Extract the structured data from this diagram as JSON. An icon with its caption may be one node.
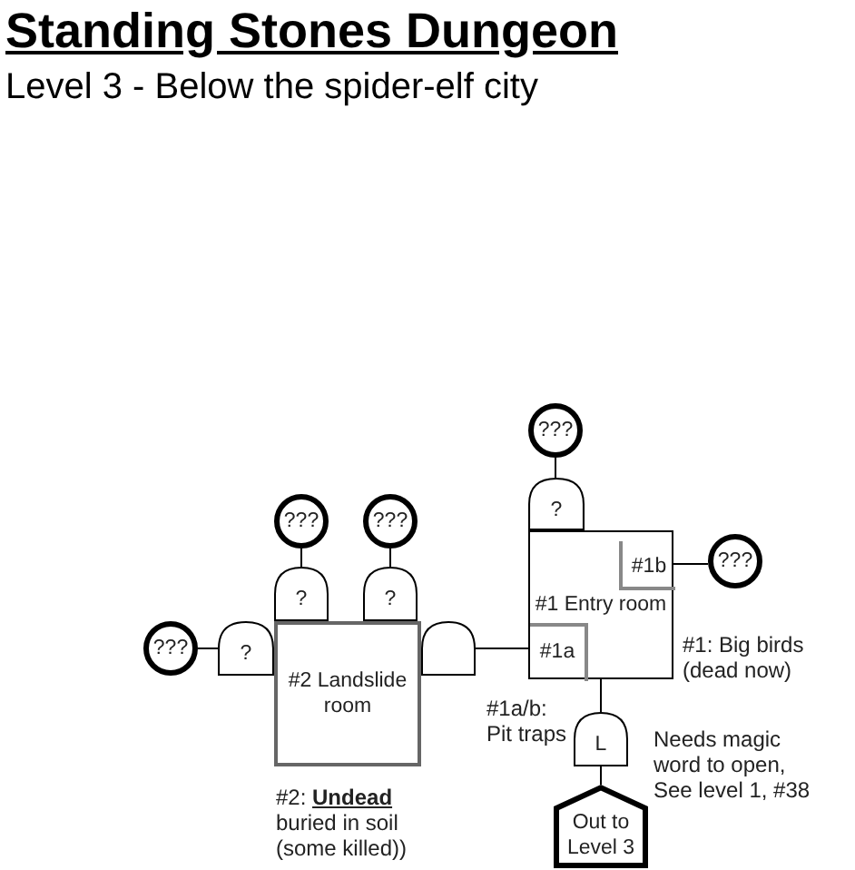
{
  "diagram": {
    "title": "Standing Stones Dungeon",
    "nodes": [
      {
        "text": [
          "#1 Entry room"
        ],
        "beside": [
          "#1: Big birds (dead now)"
        ]
      },
      {
        "text": [
          "#1b"
        ],
        "in": 0
      },
      {
        "text": [
          "#1a"
        ],
        "in": 0
      },
      {
        "text": [
          "#2 Landslide room"
        ],
        "beside": [
          "#2: **Undead** buried in soil (some killed))"
        ]
      },
      {
        "text": [
          "?"
        ]
      },
      {
        "text": [
          "???"
        ]
      },
      {
        "text": [
          "???"
        ]
      },
      {
        "text": [
          "L"
        ]
      },
      {
        "text": [
          "Out to Level 3"
        ]
      },
      {
        "text": [
          "?"
        ]
      },
      {
        "text": [
          "???"
        ]
      },
      {
        "text": [
          "?"
        ]
      },
      {
        "text": [
          "???"
        ]
      },
      {
        "text": [
          "?"
        ]
      },
      {
        "text": [
          "???"
        ]
      },
      {
        "text": [],
        "shape": "arch"
      }
    ],
    "edges": [
      {
        "from": 5,
        "to": 4,
        "arrow": "none"
      },
      {
        "from": 1,
        "to": 6,
        "arrow": "none"
      },
      {
        "from": 0,
        "to": 7,
        "arrow": "none"
      },
      {
        "from": 7,
        "to": 8,
        "arrow": "none"
      },
      {
        "from": 10,
        "to": 9,
        "arrow": "none"
      },
      {
        "from": 12,
        "to": 11,
        "arrow": "none"
      },
      {
        "from": 14,
        "to": 13,
        "arrow": "none"
      },
      {
        "from": 15,
        "to": 2,
        "arrow": "none"
      }
    ],
    "labels": [
      "Level 3 - Below the spider-elf city",
      "#1a/b: Pit traps",
      "Needs magic word to open, See level 1, #38"
    ]
  }
}
